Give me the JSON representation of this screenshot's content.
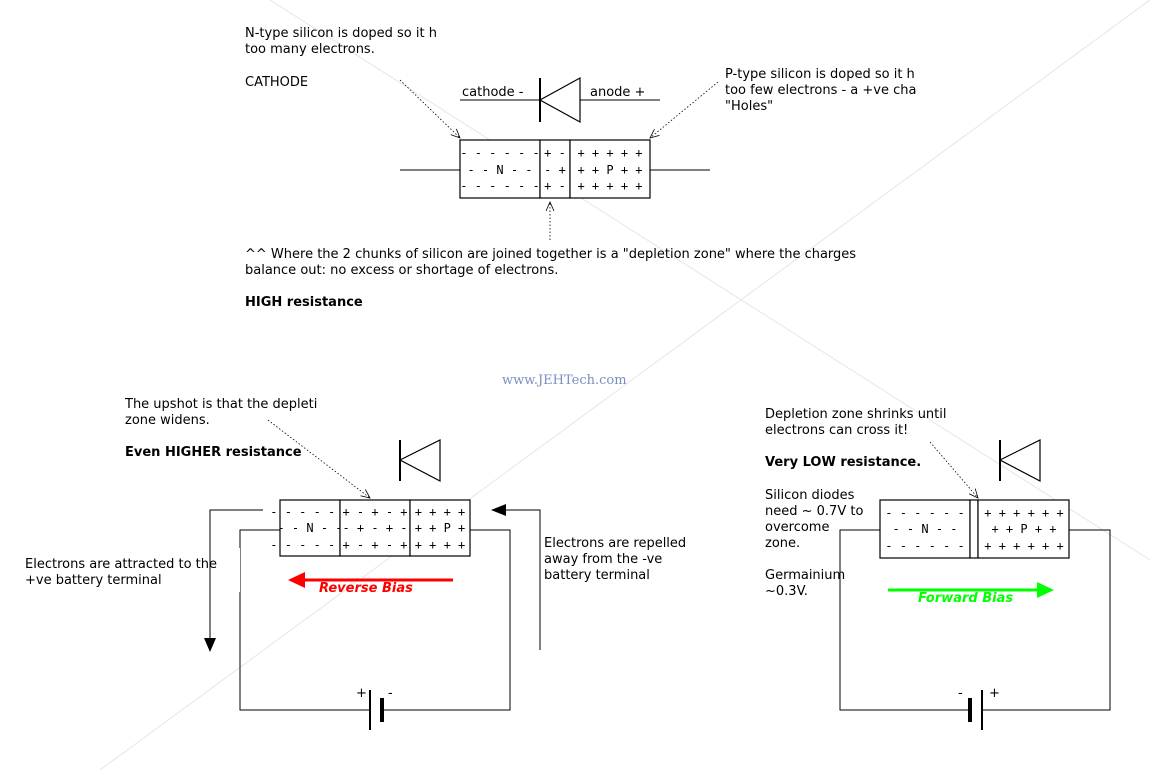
{
  "watermark": "www.JEHTech.com",
  "colors": {
    "reverse": "#ff0000",
    "forward": "#00ff00",
    "watermark": "#7a8fc0"
  },
  "top": {
    "ntype_note": [
      "N-type silicon is doped so it h",
      "too many electrons."
    ],
    "cathode_caption": "CATHODE",
    "cathode_label": "cathode -",
    "anode_label": "anode +",
    "ptype_note": [
      "P-type silicon is doped so it h",
      "too few electrons - a +ve cha",
      "\"Holes\""
    ],
    "n_rows": [
      "- - - - - -",
      "- - N - -",
      "- - - - - -"
    ],
    "dep_rows": [
      "+ -",
      "- +",
      "+ -"
    ],
    "p_rows": [
      "+ + + + +",
      "+ + P + +",
      "+ + + + +"
    ],
    "depletion_note": [
      "^^ Where the 2 chunks of silicon are joined together is a \"depletion zone\" where the charges",
      "balance out: no excess or shortage of electrons."
    ],
    "resistance": "HIGH resistance"
  },
  "reverse": {
    "note": [
      "The upshot is that the depleti",
      "zone widens."
    ],
    "resistance": "Even HIGHER resistance",
    "n_rows": [
      "- - - - - -",
      "- - N - -",
      "- - - - - -"
    ],
    "dep_rows": [
      "+ - + - +",
      "- + - + -",
      "+ - + - +"
    ],
    "p_rows": [
      "+ + + +",
      "+ + P +",
      "+ + + +"
    ],
    "attract_note": [
      "Electrons are attracted to the",
      "+ve battery terminal"
    ],
    "repel_note": [
      "Electrons are repelled",
      "away from the -ve",
      "battery terminal"
    ],
    "bias_label": "Reverse Bias",
    "battery_plus": "+",
    "battery_minus": "-"
  },
  "forward": {
    "note": [
      "Depletion zone shrinks until",
      "electrons can cross it!"
    ],
    "resistance": "Very LOW resistance.",
    "silicon_note": [
      "Silicon diodes",
      "need ~ 0.7V to",
      "overcome",
      "zone."
    ],
    "germanium_note": [
      "Germainium",
      "~0.3V."
    ],
    "n_rows": [
      "- - - - - -",
      "- - N - -",
      "- - - - - -"
    ],
    "p_rows": [
      "+ + + + + +",
      "+ + P + +",
      "+ + + + + +"
    ],
    "bias_label": "Forward Bias",
    "battery_minus": "-",
    "battery_plus": "+"
  }
}
